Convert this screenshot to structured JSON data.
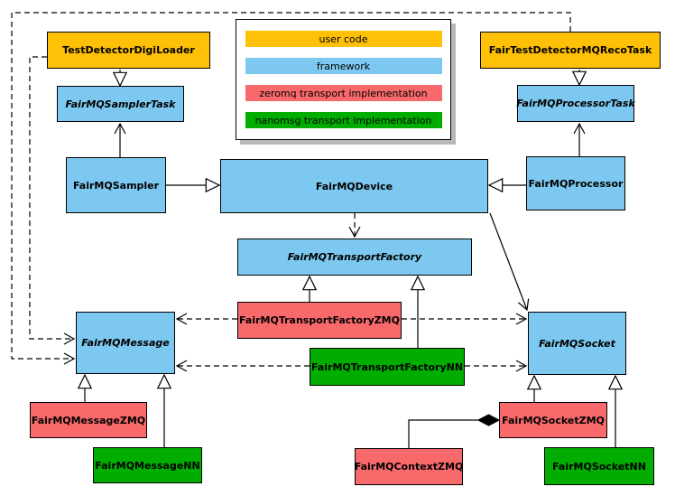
{
  "legend": {
    "items": [
      {
        "id": "user-code",
        "label": "user code",
        "color": "#FFC107"
      },
      {
        "id": "framework",
        "label": "framework",
        "color": "#7DC8F0"
      },
      {
        "id": "zeromq",
        "label": "zeromq transport implementation",
        "color": "#F8696B"
      },
      {
        "id": "nanomsg",
        "label": "nanomsg transport implementation",
        "color": "#00AD00"
      }
    ]
  },
  "nodes": {
    "testDetectorDigiLoader": {
      "label": "TestDetectorDigiLoader",
      "category": "user code"
    },
    "fairTestDetectorMQRecoTask": {
      "label": "FairTestDetectorMQRecoTask",
      "category": "user code"
    },
    "fairMQSamplerTask": {
      "label": "FairMQSamplerTask",
      "category": "framework",
      "abstract": true
    },
    "fairMQProcessorTask": {
      "label": "FairMQProcessorTask",
      "category": "framework",
      "abstract": true
    },
    "fairMQSampler": {
      "label": "FairMQSampler",
      "category": "framework"
    },
    "fairMQDevice": {
      "label": "FairMQDevice",
      "category": "framework"
    },
    "fairMQProcessor": {
      "label": "FairMQProcessor",
      "category": "framework"
    },
    "fairMQTransportFactory": {
      "label": "FairMQTransportFactory",
      "category": "framework",
      "abstract": true
    },
    "fairMQTransportFactoryZMQ": {
      "label": "FairMQTransportFactoryZMQ",
      "category": "zeromq"
    },
    "fairMQTransportFactoryNN": {
      "label": "FairMQTransportFactoryNN",
      "category": "nanomsg"
    },
    "fairMQMessage": {
      "label": "FairMQMessage",
      "category": "framework",
      "abstract": true
    },
    "fairMQSocket": {
      "label": "FairMQSocket",
      "category": "framework",
      "abstract": true
    },
    "fairMQMessageZMQ": {
      "label": "FairMQMessageZMQ",
      "category": "zeromq"
    },
    "fairMQMessageNN": {
      "label": "FairMQMessageNN",
      "category": "nanomsg"
    },
    "fairMQContextZMQ": {
      "label": "FairMQContextZMQ",
      "category": "zeromq"
    },
    "fairMQSocketZMQ": {
      "label": "FairMQSocketZMQ",
      "category": "zeromq"
    },
    "fairMQSocketNN": {
      "label": "FairMQSocketNN",
      "category": "nanomsg"
    }
  },
  "edges": [
    {
      "from": "TestDetectorDigiLoader",
      "to": "FairMQSamplerTask",
      "type": "inheritance"
    },
    {
      "from": "FairTestDetectorMQRecoTask",
      "to": "FairMQProcessorTask",
      "type": "inheritance"
    },
    {
      "from": "FairMQSampler",
      "to": "FairMQSamplerTask",
      "type": "association"
    },
    {
      "from": "FairMQProcessor",
      "to": "FairMQProcessorTask",
      "type": "association"
    },
    {
      "from": "FairMQSampler",
      "to": "FairMQDevice",
      "type": "inheritance"
    },
    {
      "from": "FairMQProcessor",
      "to": "FairMQDevice",
      "type": "inheritance"
    },
    {
      "from": "FairMQDevice",
      "to": "FairMQTransportFactory",
      "type": "dependency"
    },
    {
      "from": "FairMQDevice",
      "to": "FairMQSocket",
      "type": "association"
    },
    {
      "from": "FairMQTransportFactoryZMQ",
      "to": "FairMQTransportFactory",
      "type": "inheritance"
    },
    {
      "from": "FairMQTransportFactoryNN",
      "to": "FairMQTransportFactory",
      "type": "inheritance"
    },
    {
      "from": "FairMQTransportFactoryZMQ",
      "to": "FairMQMessage",
      "type": "dependency"
    },
    {
      "from": "FairMQTransportFactoryZMQ",
      "to": "FairMQSocket",
      "type": "dependency"
    },
    {
      "from": "FairMQTransportFactoryNN",
      "to": "FairMQMessage",
      "type": "dependency"
    },
    {
      "from": "FairMQTransportFactoryNN",
      "to": "FairMQSocket",
      "type": "dependency"
    },
    {
      "from": "TestDetectorDigiLoader",
      "to": "FairMQMessage",
      "type": "dependency"
    },
    {
      "from": "FairTestDetectorMQRecoTask",
      "to": "FairMQMessage",
      "type": "dependency"
    },
    {
      "from": "FairMQMessageZMQ",
      "to": "FairMQMessage",
      "type": "inheritance"
    },
    {
      "from": "FairMQMessageNN",
      "to": "FairMQMessage",
      "type": "inheritance"
    },
    {
      "from": "FairMQSocketZMQ",
      "to": "FairMQSocket",
      "type": "inheritance"
    },
    {
      "from": "FairMQSocketNN",
      "to": "FairMQSocket",
      "type": "inheritance"
    },
    {
      "from": "FairMQSocketZMQ",
      "to": "FairMQContextZMQ",
      "type": "composition"
    }
  ],
  "colors": {
    "edge": "#000000",
    "background": "#FFFFFF"
  }
}
